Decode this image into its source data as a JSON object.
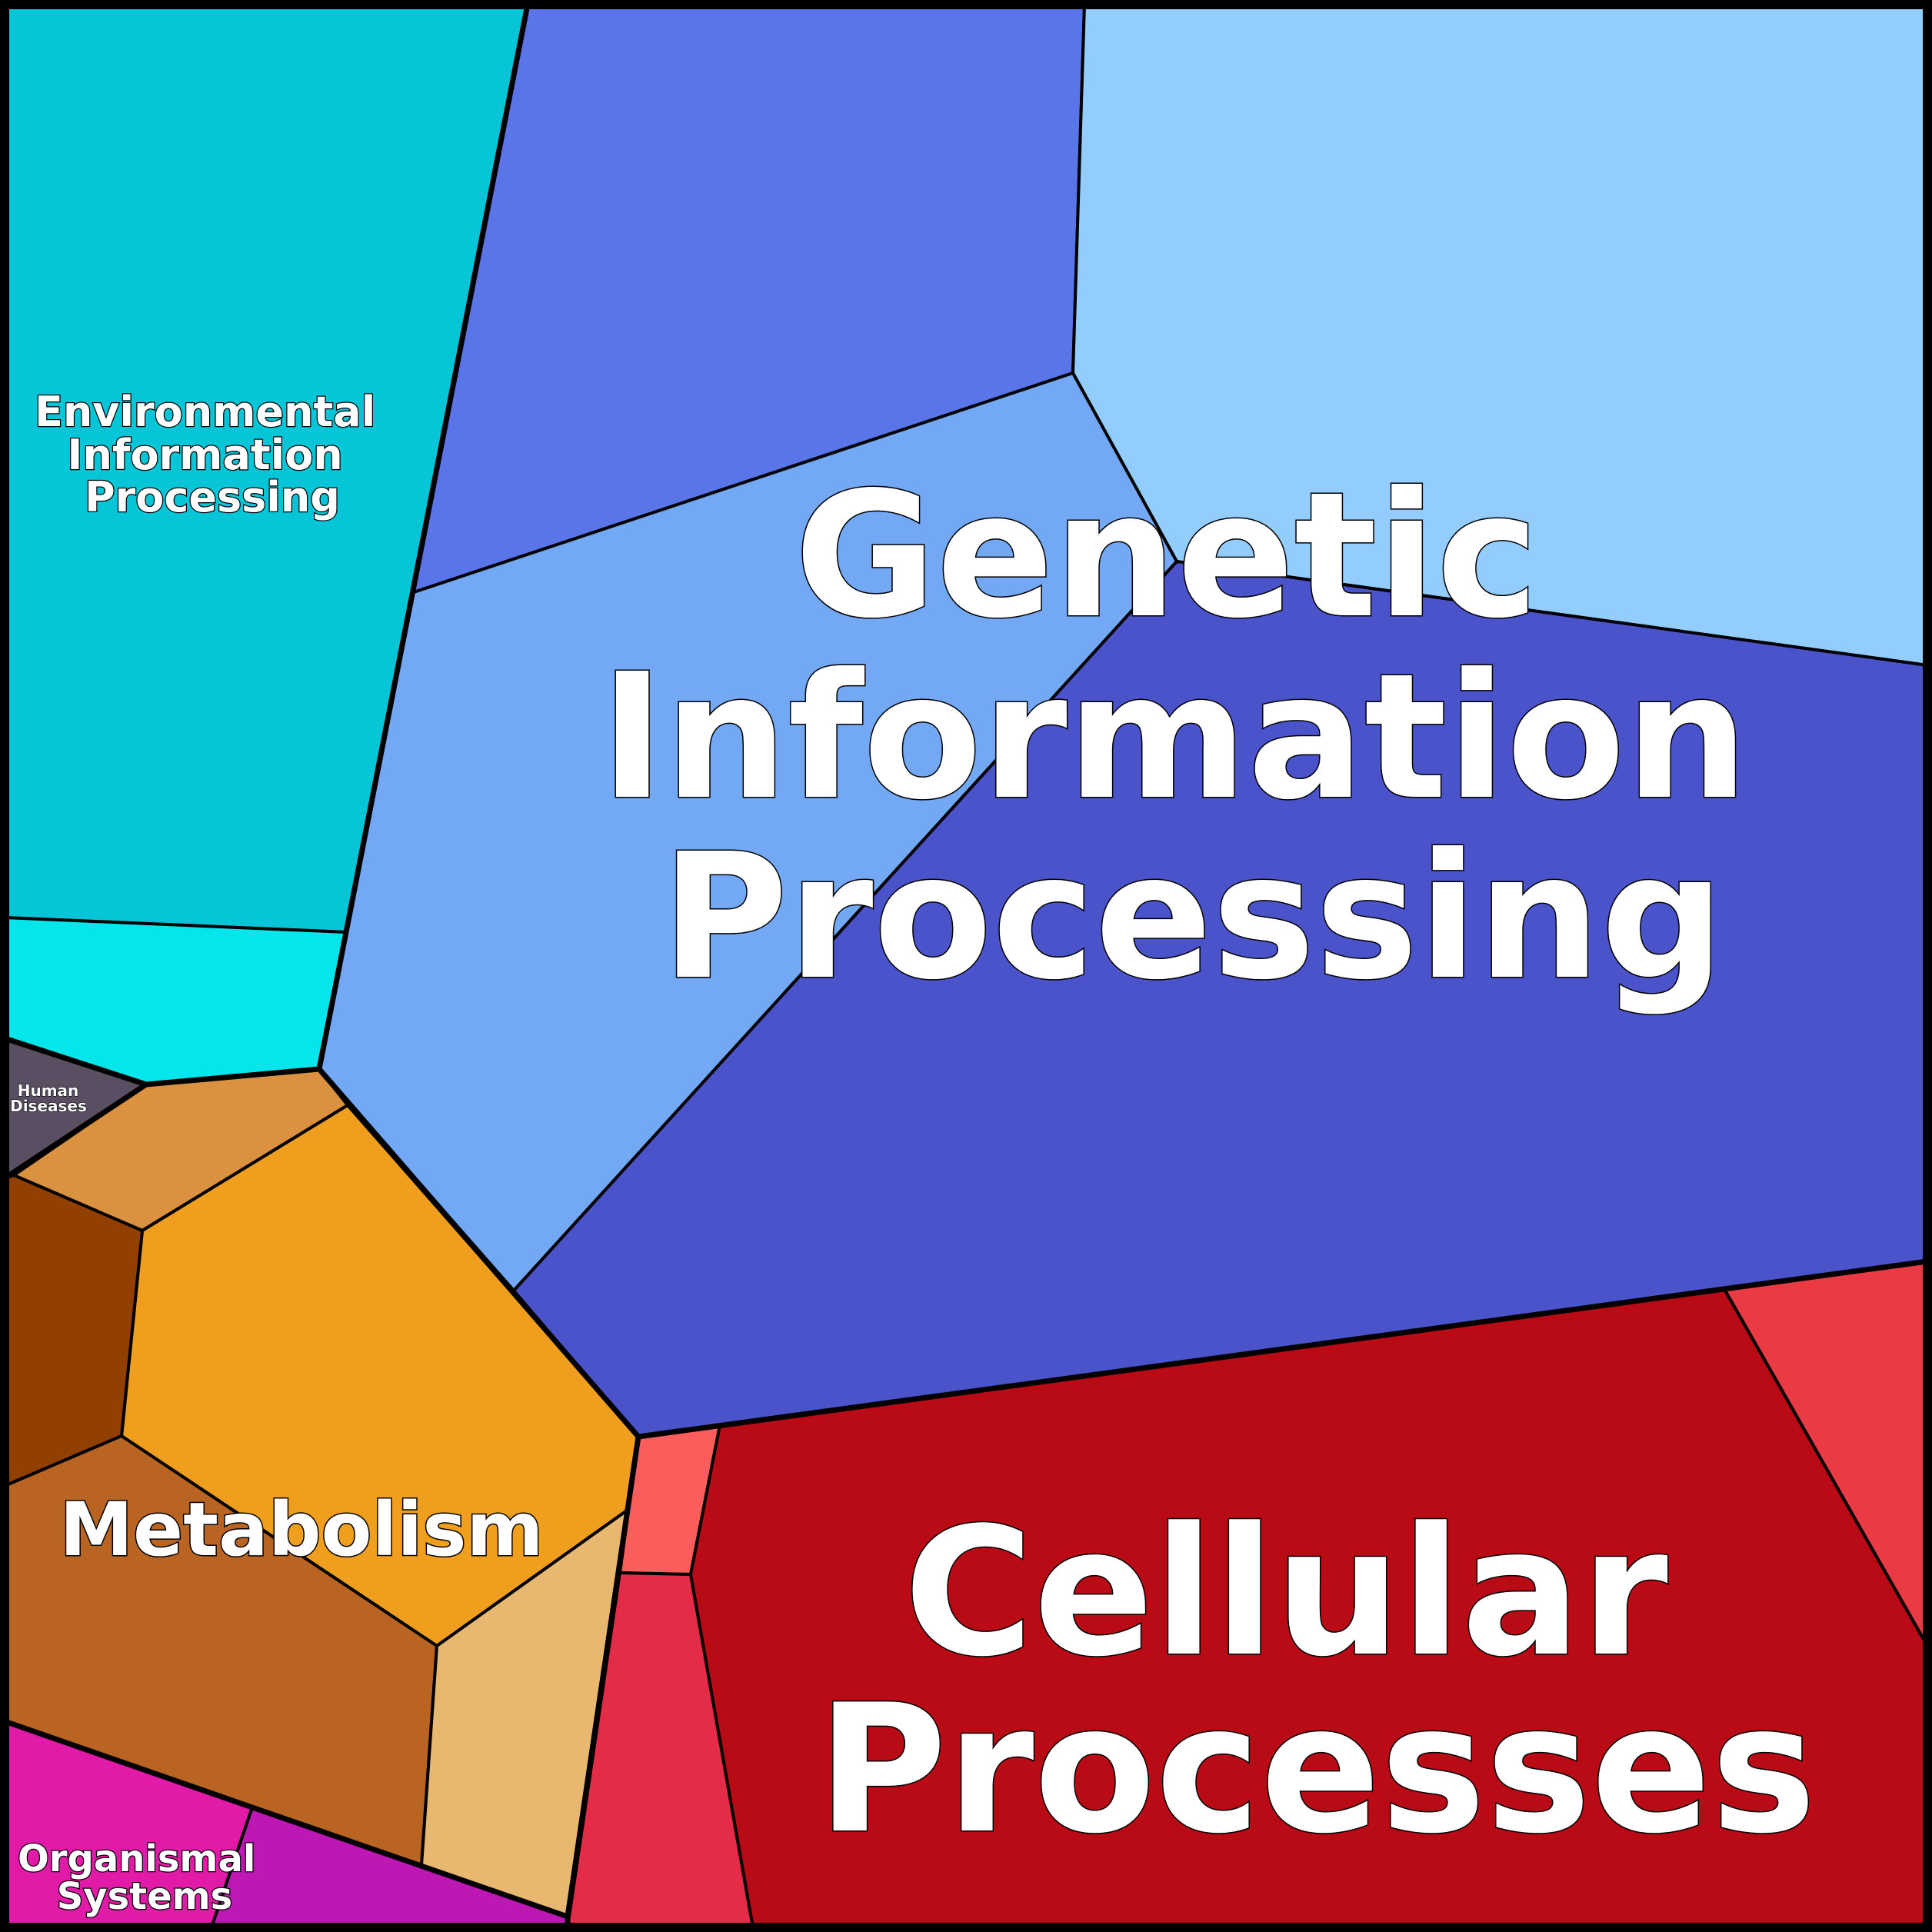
{
  "labels": {
    "genetic": [
      "Genetic",
      "Information",
      "Processing"
    ],
    "cellular": [
      "Cellular",
      "Processes"
    ],
    "metabolism": [
      "Metabolism"
    ],
    "environmental": [
      "Environmental",
      "Information",
      "Processing"
    ],
    "organismal": [
      "Organismal",
      "Systems"
    ],
    "human": [
      "Human",
      "Diseases"
    ]
  },
  "colors": {
    "genetic": [
      "#5A75E8",
      "#93CDFD",
      "#72A8F4",
      "#4A53CA"
    ],
    "environmental": [
      "#05C5D6",
      "#04E5EC"
    ],
    "human": [
      "#5A4E62"
    ],
    "metabolism": [
      "#DB9240",
      "#EF9E1E",
      "#924002",
      "#BA6424",
      "#E8B870"
    ],
    "organismal": [
      "#E11BA8",
      "#BE18B4"
    ],
    "cellular": [
      "#F95D5C",
      "#E42C48",
      "#B80B15",
      "#EA3B45"
    ],
    "border": "#000000",
    "label_text": "#FFFFFF"
  }
}
